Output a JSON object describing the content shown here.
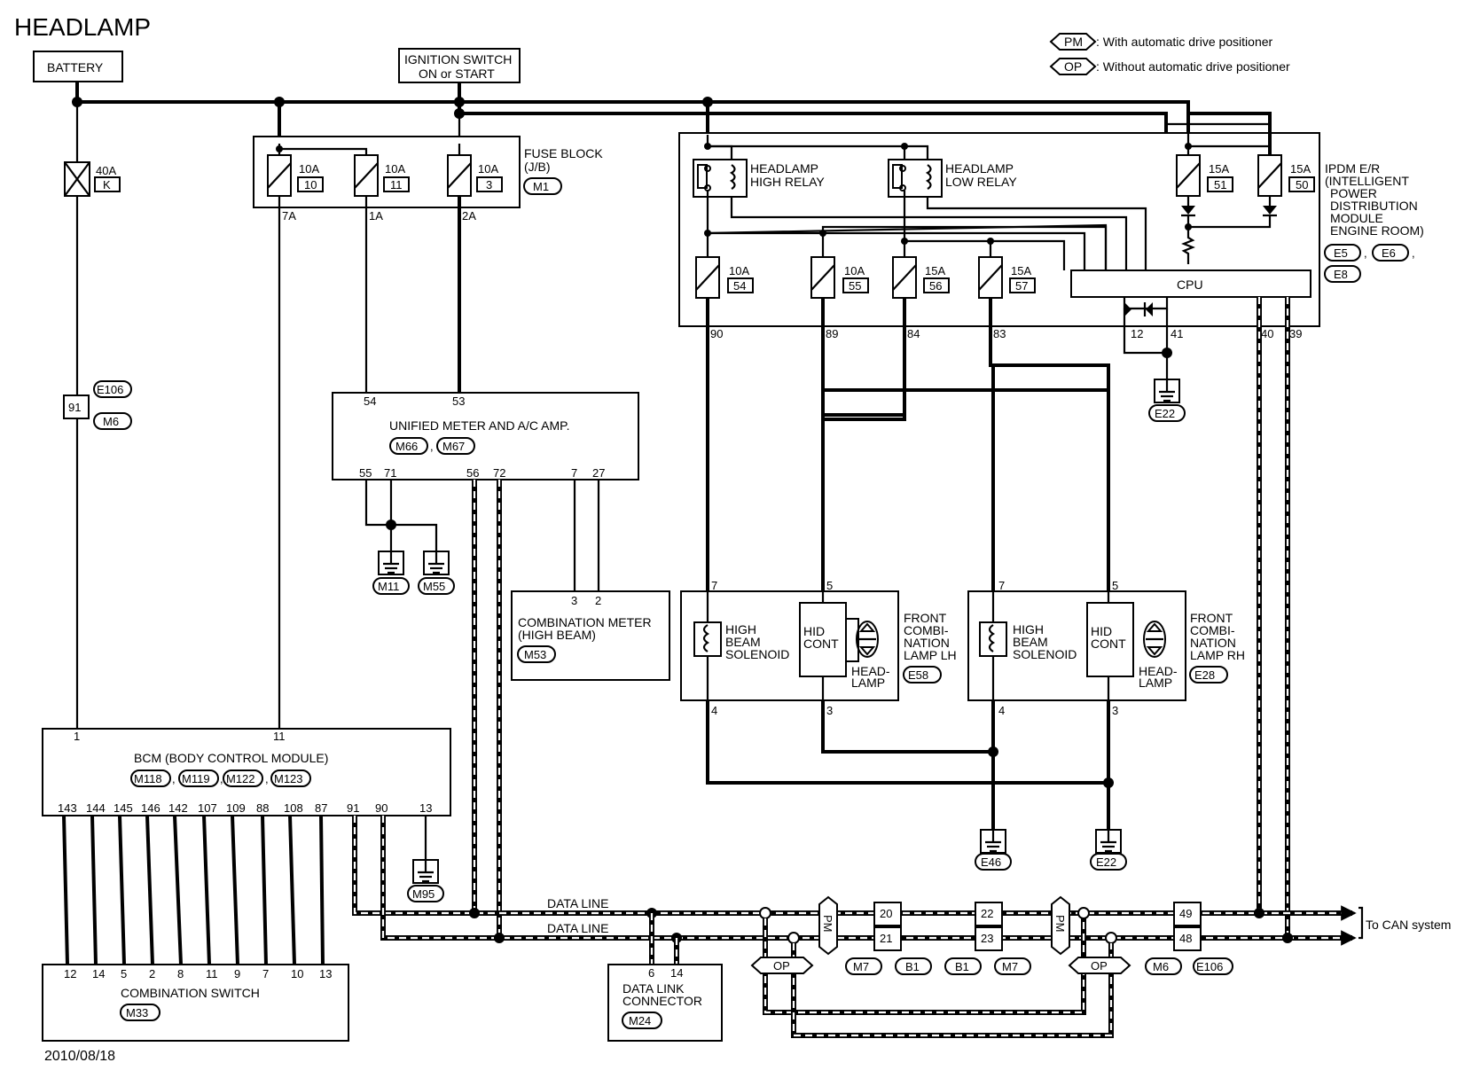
{
  "title": "HEADLAMP",
  "date": "2010/08/18",
  "legend": {
    "pm_code": "PM",
    "pm_text": ": With automatic drive positioner",
    "op_code": "OP",
    "op_text": ": Without automatic drive positioner"
  },
  "battery": "BATTERY",
  "ignition": [
    "IGNITION SWITCH",
    "ON or START"
  ],
  "fuse_40a": {
    "rating": "40A",
    "id": "K"
  },
  "fuse_block": {
    "label": [
      "FUSE BLOCK",
      "(J/B)"
    ],
    "conn": "M1",
    "fuses": [
      {
        "rating": "10A",
        "id": "10",
        "term": "7A"
      },
      {
        "rating": "10A",
        "id": "11",
        "term": "1A"
      },
      {
        "rating": "10A",
        "id": "3",
        "term": "2A"
      }
    ]
  },
  "joint": {
    "pin": "91",
    "conn1": "E106",
    "conn2": "M6"
  },
  "ipdm": {
    "label": [
      "IPDM E/R",
      "(INTELLIGENT",
      "POWER",
      "DISTRIBUTION",
      "MODULE",
      "ENGINE ROOM)"
    ],
    "conns": [
      "E5",
      "E6",
      "E8"
    ],
    "sep1": ",",
    "sep2": ",",
    "high_relay": [
      "HEADLAMP",
      "HIGH RELAY"
    ],
    "low_relay": [
      "HEADLAMP",
      "LOW RELAY"
    ],
    "cpu": "CPU",
    "top_fuses": [
      {
        "rating": "15A",
        "id": "51"
      },
      {
        "rating": "15A",
        "id": "50"
      }
    ],
    "mid_fuses": [
      {
        "rating": "10A",
        "id": "54",
        "term": "90"
      },
      {
        "rating": "10A",
        "id": "55",
        "term": "89"
      },
      {
        "rating": "15A",
        "id": "56",
        "term": "84"
      },
      {
        "rating": "15A",
        "id": "57",
        "term": "83"
      }
    ],
    "terms": [
      "12",
      "41",
      "40",
      "39"
    ]
  },
  "unified_meter": {
    "label": "UNIFIED METER AND A/C AMP.",
    "conns": [
      "M66",
      "M67"
    ],
    "sep": ",",
    "top_pins": [
      "54",
      "53"
    ],
    "bottom_pins": [
      "55",
      "71",
      "56",
      "72",
      "7",
      "27"
    ]
  },
  "grounds": [
    "M11",
    "M55",
    "E22",
    "M95",
    "E46",
    "E22"
  ],
  "combination_meter": {
    "label": [
      "COMBINATION METER",
      "(HIGH BEAM)"
    ],
    "conn": "M53",
    "pins": [
      "3",
      "2"
    ]
  },
  "lamp_lh": {
    "solenoid": [
      "HIGH",
      "BEAM",
      "SOLENOID"
    ],
    "hid": [
      "HID",
      "CONT"
    ],
    "head": [
      "HEAD-",
      "LAMP"
    ],
    "label": [
      "FRONT",
      "COMBI-",
      "NATION",
      "LAMP LH"
    ],
    "conn": "E58",
    "pins": [
      "7",
      "5",
      "4",
      "3"
    ]
  },
  "lamp_rh": {
    "solenoid": [
      "HIGH",
      "BEAM",
      "SOLENOID"
    ],
    "hid": [
      "HID",
      "CONT"
    ],
    "head": [
      "HEAD-",
      "LAMP"
    ],
    "label": [
      "FRONT",
      "COMBI-",
      "NATION",
      "LAMP RH"
    ],
    "conn": "E28",
    "pins": [
      "7",
      "5",
      "4",
      "3"
    ]
  },
  "bcm": {
    "label": "BCM (BODY CONTROL MODULE)",
    "conns": [
      "M118",
      "M119",
      "M122",
      "M123"
    ],
    "seps": [
      ",",
      ",",
      ","
    ],
    "top_pins": [
      "1",
      "11"
    ],
    "bottom_pins": [
      "143",
      "144",
      "145",
      "146",
      "142",
      "107",
      "109",
      "88",
      "108",
      "87",
      "91",
      "90",
      "13"
    ]
  },
  "combination_switch": {
    "label": "COMBINATION SWITCH",
    "conn": "M33",
    "pins": [
      "12",
      "14",
      "5",
      "2",
      "8",
      "11",
      "9",
      "7",
      "10",
      "13"
    ]
  },
  "data_link": {
    "label": [
      "DATA LINK",
      "CONNECTOR"
    ],
    "conn": "M24",
    "pins": [
      "6",
      "14"
    ]
  },
  "data_lines": [
    "DATA LINE",
    "DATA LINE"
  ],
  "joints": {
    "a": {
      "top": "20",
      "bottom": "21"
    },
    "b": {
      "top": "22",
      "bottom": "23"
    },
    "c": {
      "top": "49",
      "bottom": "48"
    },
    "conns": [
      "M7",
      "B1",
      "B1",
      "M7",
      "M6",
      "E106"
    ]
  },
  "pm_tags": [
    "PM",
    "PM"
  ],
  "op_tags": [
    "OP",
    "OP"
  ],
  "can_text": "To CAN system"
}
